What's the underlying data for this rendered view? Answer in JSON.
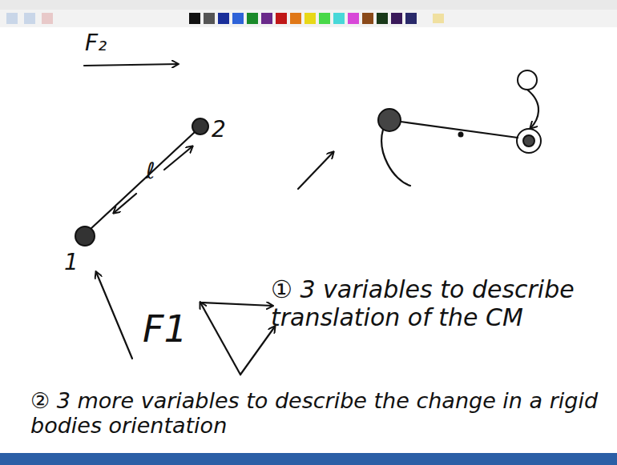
{
  "diagram": {
    "labels": [
      "F₂",
      "2",
      "ℓ",
      "1",
      "F1",
      "① 3 variables to describe translation of the CM",
      "② 3 more variables to describe the change in a rigid bodies orientation"
    ]
  }
}
